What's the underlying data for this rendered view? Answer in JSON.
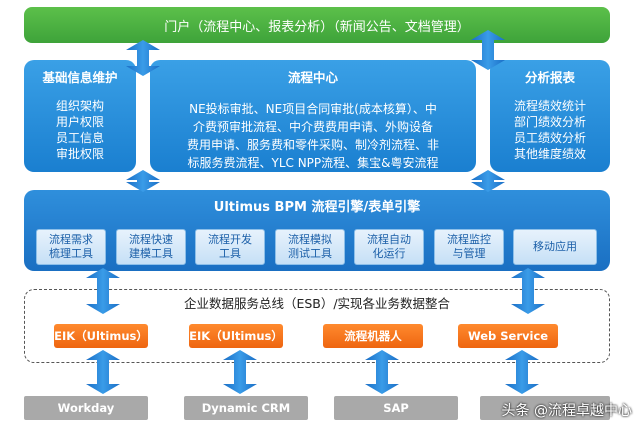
{
  "portal": {
    "label": "门户（流程中心、报表分析）（新闻公告、文档管理）"
  },
  "left_panel": {
    "title": "基础信息维护",
    "lines": [
      "组织架构",
      "用户权限",
      "员工信息",
      "审批权限"
    ]
  },
  "center_panel": {
    "title": "流程中心",
    "lines": [
      "NE投标审批、NE项目合同审批(成本核算）、中",
      "介费预审批流程、中介费费用申请、外购设备",
      "费用申请、服务费和零件采购、制冷剂流程、非",
      "标服务费流程、YLC NPP流程、集宝&粤安流程"
    ]
  },
  "right_panel": {
    "title": "分析报表",
    "lines": [
      "流程绩效统计",
      "部门绩效分析",
      "员工绩效分析",
      "其他维度绩效"
    ]
  },
  "engine": {
    "title": "Ultimus BPM 流程引擎/表单引擎",
    "tools": [
      [
        "流程需求",
        "梳理工具"
      ],
      [
        "流程快速",
        "建模工具"
      ],
      [
        "流程开发",
        "工具"
      ],
      [
        "流程模拟",
        "测试工具"
      ],
      [
        "流程自动",
        "化运行"
      ],
      [
        "流程监控",
        "与管理"
      ],
      [
        "移动应用",
        ""
      ]
    ]
  },
  "esb": {
    "title": "企业数据服务总线（ESB）/实现各业务数据整合",
    "adapters": [
      "EIK（Ultimus）",
      "EIK（Ultimus）",
      "流程机器人",
      "Web Service"
    ]
  },
  "systems": [
    "Workday",
    "Dynamic CRM",
    "SAP",
    ""
  ],
  "watermark": "头条 @流程卓越中心",
  "colors": {
    "portal_green": "#4fb443",
    "panel_blue": "#2a8fdf",
    "engine_blue": "#1f78c8",
    "arrow_blue": "#1f7fd6",
    "adapter_orange": "#f07018",
    "system_gray": "#a9a9a9"
  }
}
